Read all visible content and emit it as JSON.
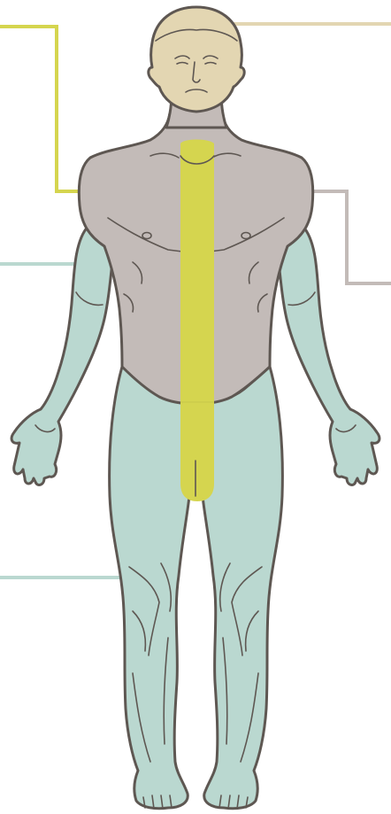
{
  "colors": {
    "head": "#e3d6b2",
    "torso": "#c3bbb8",
    "limbs": "#bad8d0",
    "midline": "#d5d54f",
    "outline": "#5e5752",
    "background": "#ffffff"
  },
  "regions": [
    {
      "name": "head",
      "color": "#e3d6b2"
    },
    {
      "name": "torso",
      "color": "#c3bbb8"
    },
    {
      "name": "arms",
      "color": "#bad8d0"
    },
    {
      "name": "legs",
      "color": "#bad8d0"
    },
    {
      "name": "midline",
      "color": "#d5d54f"
    }
  ],
  "leader_lines": [
    {
      "target": "head",
      "side": "right",
      "color": "#e3d6b2"
    },
    {
      "target": "midline",
      "side": "left",
      "color": "#d5d54f"
    },
    {
      "target": "shoulder",
      "side": "right",
      "color": "#c3bbb8"
    },
    {
      "target": "arm",
      "side": "left",
      "color": "#bad8d0"
    },
    {
      "target": "thigh",
      "side": "left",
      "color": "#bad8d0"
    }
  ]
}
